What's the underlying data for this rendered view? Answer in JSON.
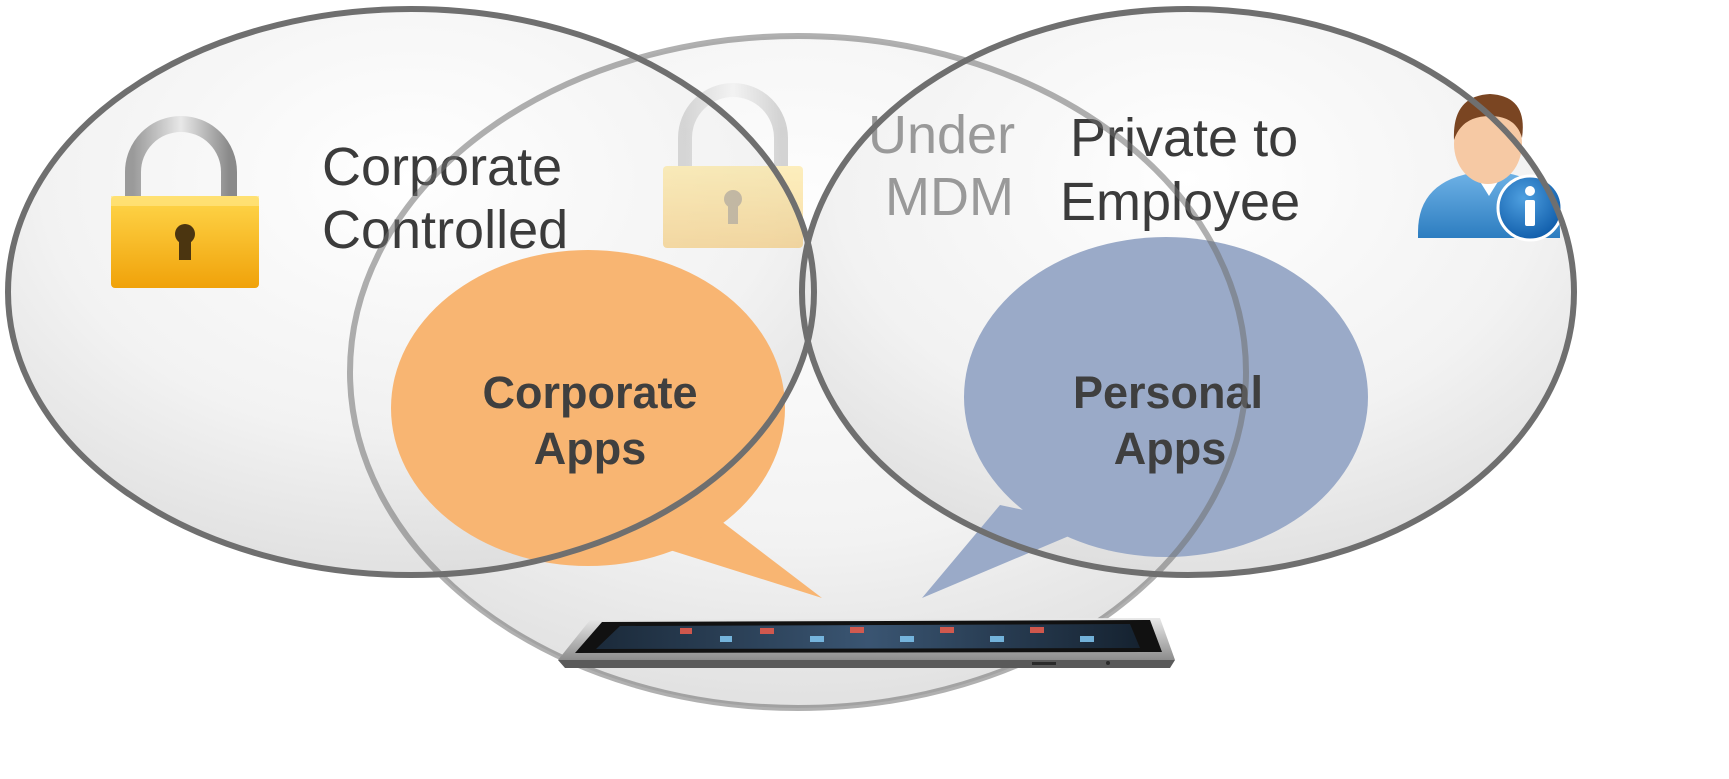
{
  "diagram": {
    "circles": {
      "left": {
        "label_line1": "Corporate",
        "label_line2": "Controlled",
        "icon": "padlock-icon"
      },
      "middle": {
        "label_line1": "Under",
        "label_line2": "MDM",
        "icon": "padlock-icon"
      },
      "right": {
        "label_line1": "Private to",
        "label_line2": "Employee",
        "icon": "user-info-icon"
      }
    },
    "bubbles": {
      "corporate": {
        "line1": "Corporate",
        "line2": "Apps",
        "color": "#f8b572"
      },
      "personal": {
        "line1": "Personal",
        "line2": "Apps",
        "color": "#9aaac8"
      }
    },
    "device": {
      "icon": "tablet-icon"
    }
  }
}
